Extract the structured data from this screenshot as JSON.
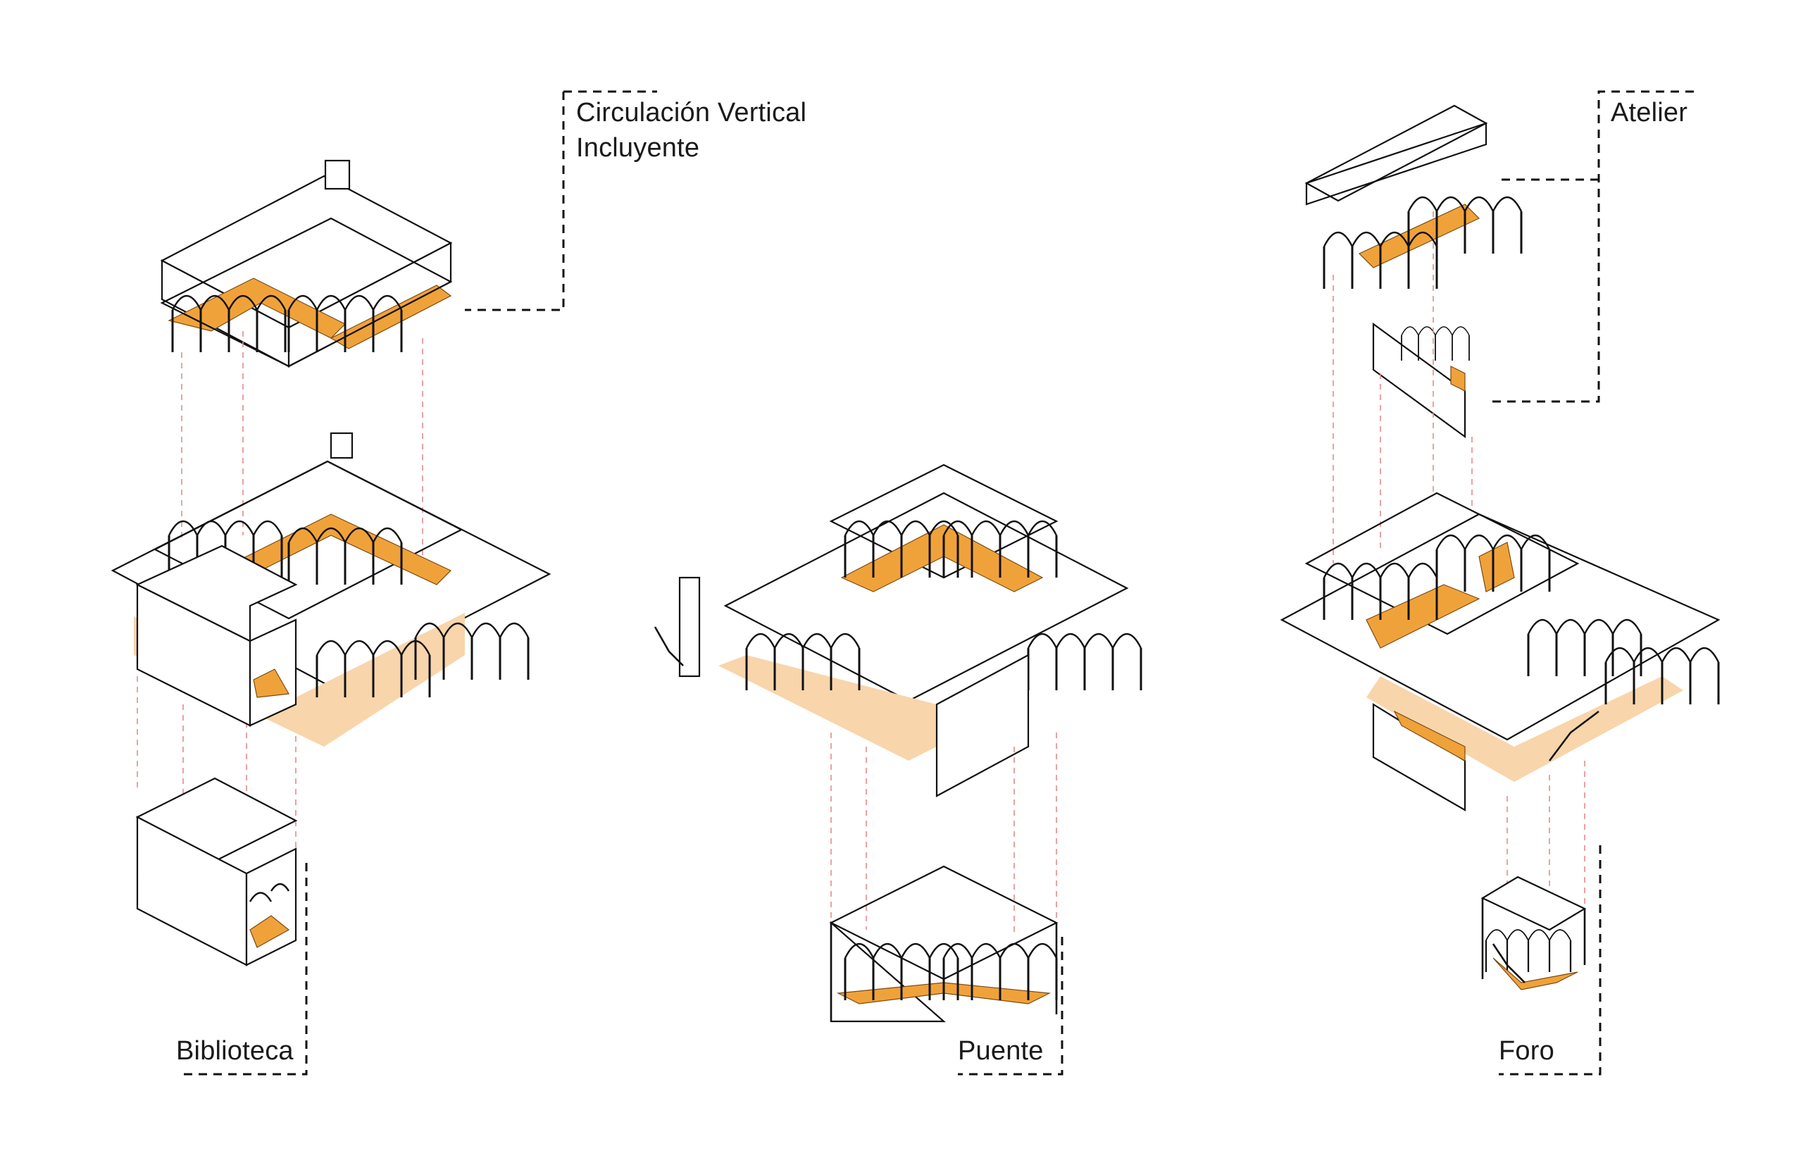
{
  "labels": {
    "circulacion_line1": "Circulación Vertical",
    "circulacion_line2": "Incluyente",
    "atelier": "Atelier",
    "biblioteca": "Biblioteca",
    "puente": "Puente",
    "foro": "Foro"
  },
  "colors": {
    "accent": "#f0a23a",
    "accent_soft": "#f8d5ab",
    "guide": "#e88a8a",
    "ink": "#111111"
  }
}
